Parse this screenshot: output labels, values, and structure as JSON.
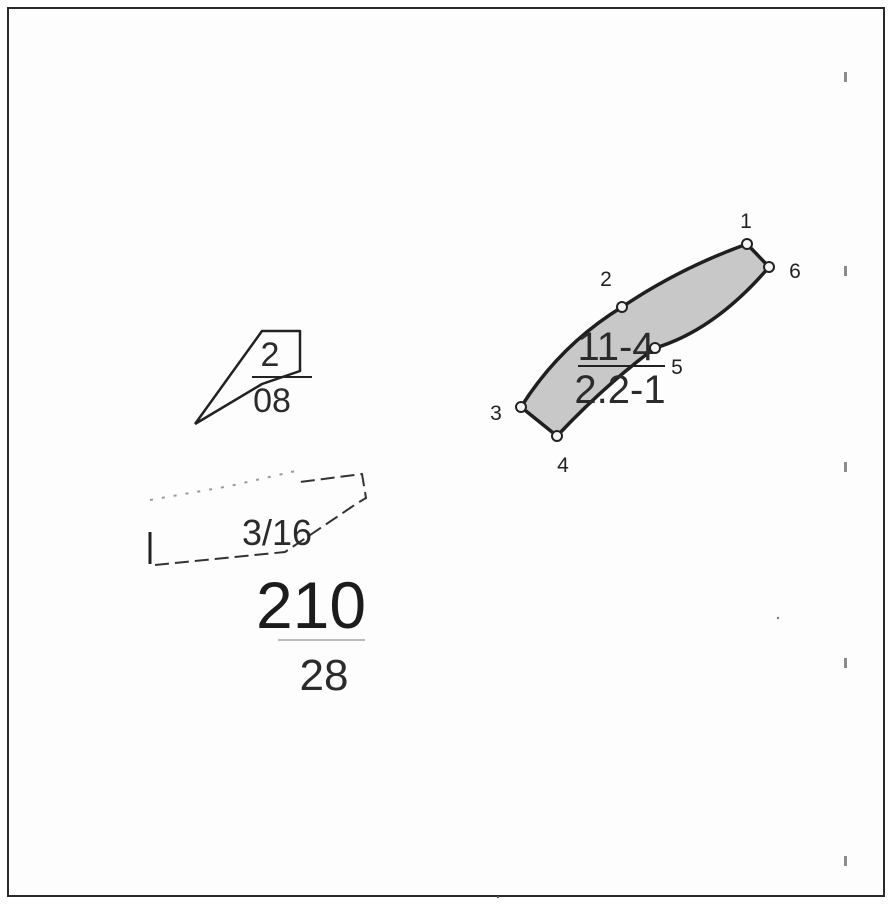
{
  "parcels": {
    "upper_left": {
      "top": "2",
      "bottom": "08"
    },
    "middle_left": {
      "label": "3/16"
    },
    "lower_left": {
      "top": "210",
      "bottom": "28"
    },
    "highlighted": {
      "top": "11-4",
      "bottom": "2.2-1",
      "fill_color": "#c8c8c8",
      "vertex_labels": [
        "1",
        "2",
        "3",
        "4",
        "5",
        "6"
      ]
    }
  },
  "colors": {
    "ink": "#222222",
    "frame": "#2a2a2a",
    "highlight": "#c8c8c8"
  }
}
